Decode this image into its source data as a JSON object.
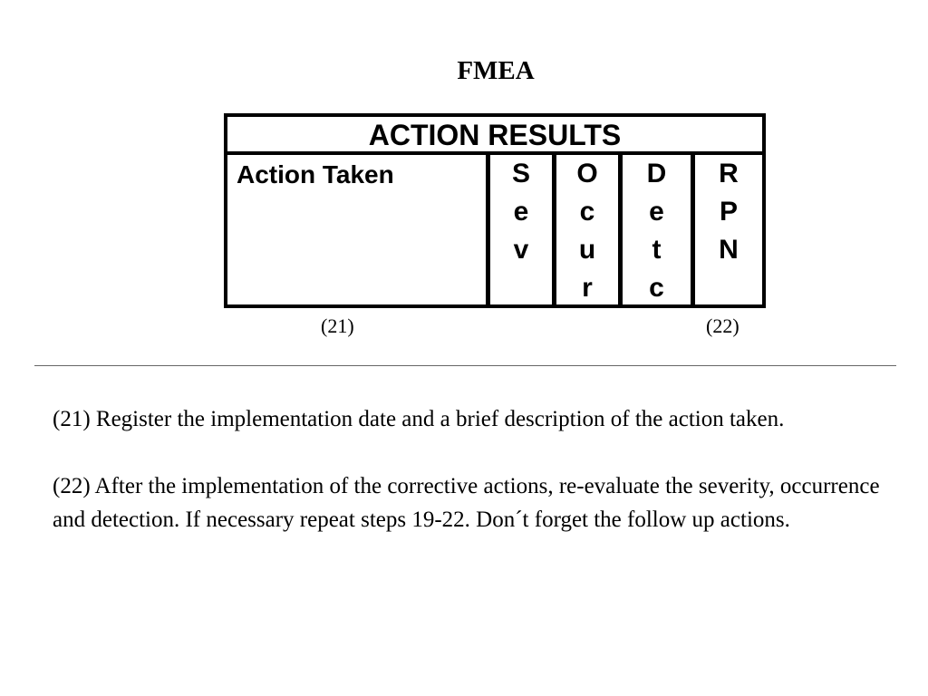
{
  "title": "FMEA",
  "table": {
    "header": "ACTION RESULTS",
    "action_column": "Action Taken",
    "columns": [
      {
        "letters": [
          "S",
          "e",
          "v"
        ]
      },
      {
        "letters": [
          "O",
          "c",
          "u",
          "r"
        ]
      },
      {
        "letters": [
          "D",
          "e",
          "t",
          "c"
        ]
      },
      {
        "letters": [
          "R",
          "P",
          "N"
        ]
      }
    ]
  },
  "refs": {
    "left": "(21)",
    "right": "(22)"
  },
  "notes": [
    "(21) Register the implementation date and a brief description of the action taken.",
    "(22) After the implementation of the corrective actions, re-evaluate the severity, occurrence and detection. If necessary repeat steps 19-22. Don´t forget the follow up actions."
  ]
}
